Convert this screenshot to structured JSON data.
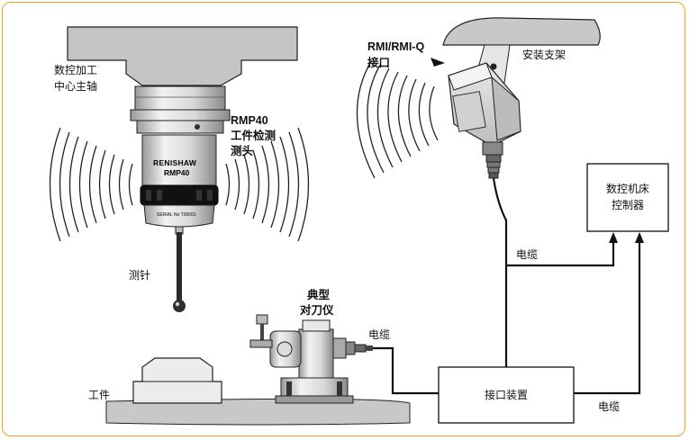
{
  "labels": {
    "spindle_line1": "数控加工",
    "spindle_line2": "中心主轴",
    "probe_name": "RMP40",
    "probe_desc_line1": "工件检测",
    "probe_desc_line2": "测头",
    "stylus": "测针",
    "interface_name": "RMI/RMI-Q",
    "interface_desc": "接口",
    "bracket": "安装支架",
    "cnc_line1": "数控机床",
    "cnc_line2": "控制器",
    "cable_top": "电缆",
    "toolsetter_line1": "典型",
    "toolsetter_line2": "对刀仪",
    "cable_mid": "电缆",
    "workpiece": "工件",
    "interface_unit": "接口装置",
    "cable_bottom": "电缆"
  },
  "probe_body": {
    "brand": "RENISHAW",
    "model": "RMP40",
    "serial": "SERIAL  No  T00001"
  },
  "colors": {
    "frame": "#f3a11c",
    "metal": "#d9d9d9",
    "dark": "#1a1a1a",
    "line": "#111111"
  }
}
